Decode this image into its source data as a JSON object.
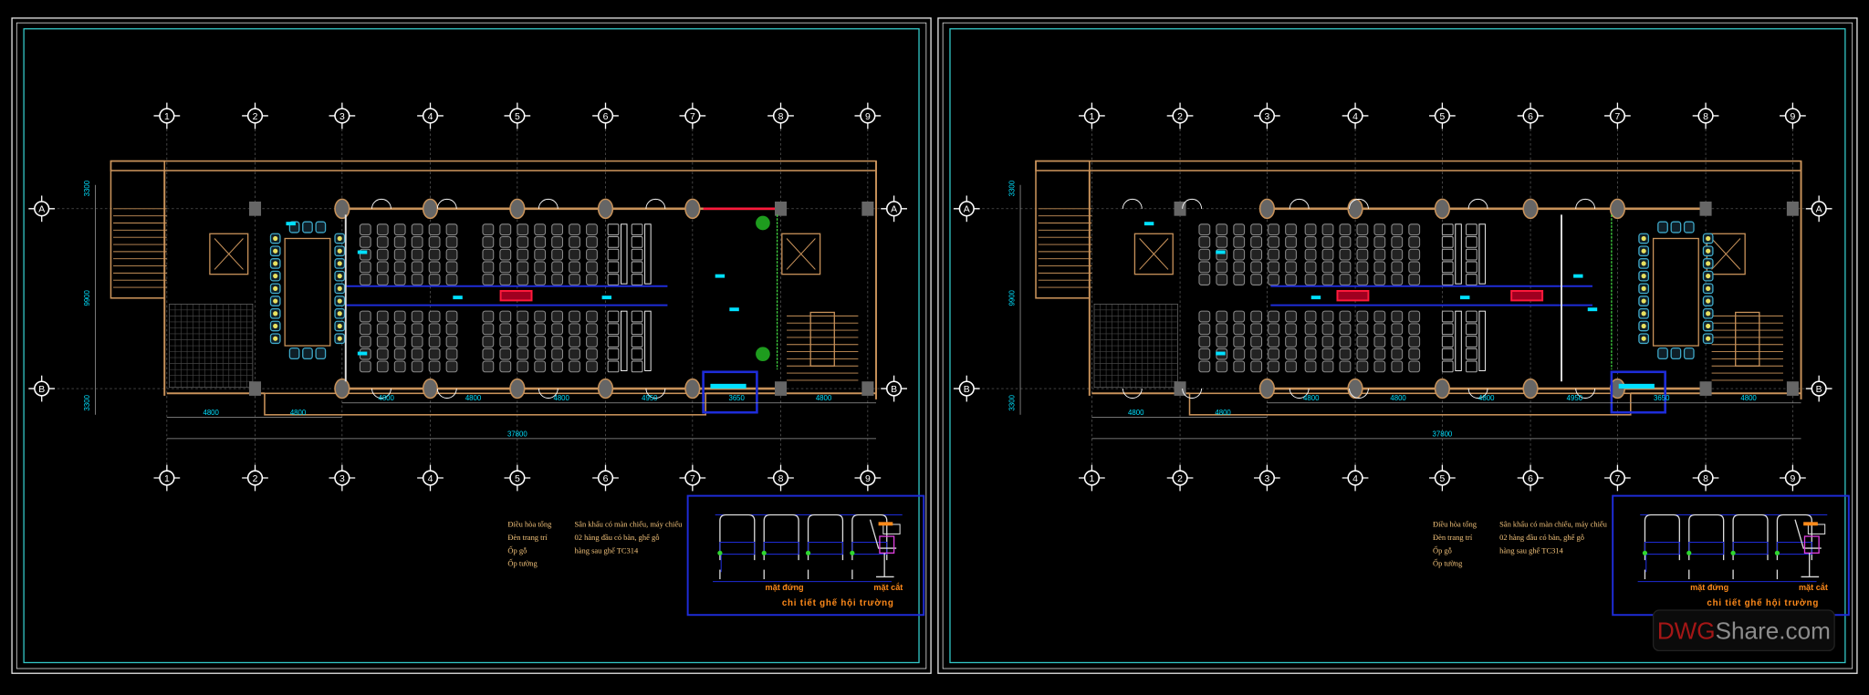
{
  "colors": {
    "background": "#000000",
    "sheet_frame": "#e6e6e6",
    "inner_frame": "#33c7c7",
    "wall": "#c8925a",
    "seat": "#8a8a8a",
    "aisle": "#1e2cd8",
    "dimension": "#00e0ff",
    "grid": "#ffffff",
    "label_box": "#ff1a3c",
    "legend_text": "#f2c27a",
    "detail_title": "#ff8a1a",
    "tree": "#1e9c1e",
    "watermark_red": "#a51616",
    "watermark_grey": "#8c8c8c"
  },
  "grid": {
    "columns": [
      "1",
      "2",
      "3",
      "4",
      "5",
      "6",
      "7",
      "8",
      "9"
    ],
    "rows": [
      "A",
      "B"
    ]
  },
  "dimensions": {
    "bays": [
      "4800",
      "4800",
      "4800",
      "4800",
      "4800",
      "4950",
      "3650",
      "4800"
    ],
    "total": "37800",
    "vertical": [
      "3300",
      "9900",
      "3300"
    ]
  },
  "legend": {
    "items": [
      "Điều hòa tổng",
      "Đèn trang trí",
      "Ốp gỗ",
      "Ốp tường"
    ],
    "notes": [
      "Sân khấu có màn chiếu, máy chiếu",
      "02 hàng đầu có bàn, ghế gỗ",
      "hàng sau ghế TC314"
    ]
  },
  "seat_detail": {
    "elevation_label": "mặt đứng",
    "section_label": "mặt cắt",
    "title": "chi tiết ghế hội trường"
  },
  "watermark": {
    "part1": "DWG",
    "part2": "Share.com"
  }
}
